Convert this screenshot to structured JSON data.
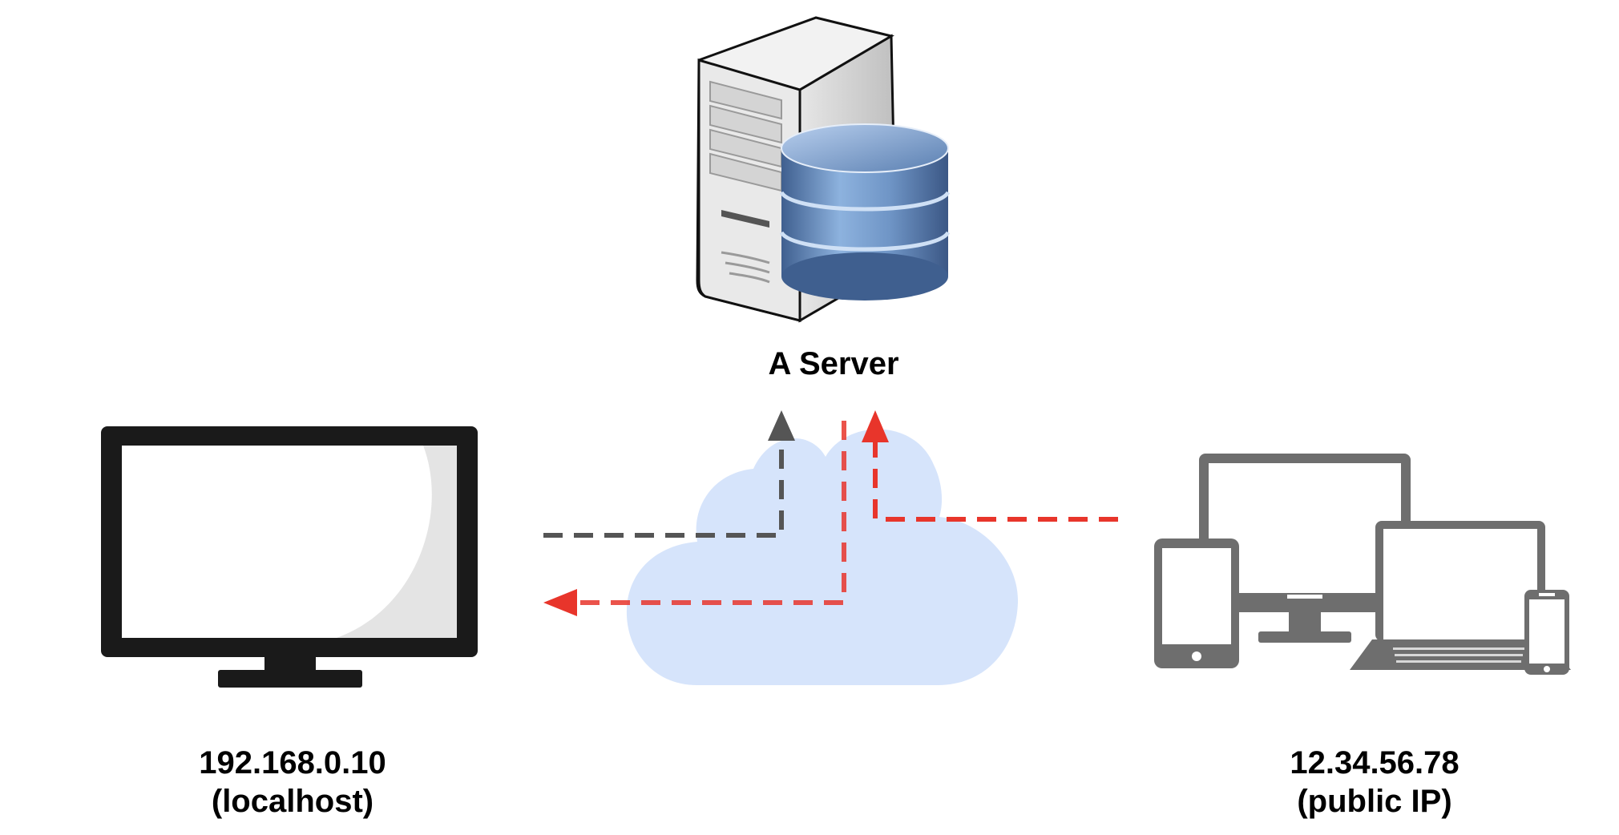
{
  "nodes": {
    "server": {
      "label": "A Server",
      "icon": "server-database-icon"
    },
    "local": {
      "ip": "192.168.0.10",
      "note": "(localhost)",
      "icon": "monitor-icon"
    },
    "public": {
      "ip": "12.34.56.78",
      "note": "(public IP)",
      "icon": "multi-device-icon"
    },
    "network": {
      "icon": "cloud-icon"
    }
  },
  "colors": {
    "cloud": "#d6e4fb",
    "gray_path": "#555555",
    "red_path": "#e8352b",
    "device_gray": "#6e6e6e",
    "monitor_black": "#1a1a1a"
  }
}
